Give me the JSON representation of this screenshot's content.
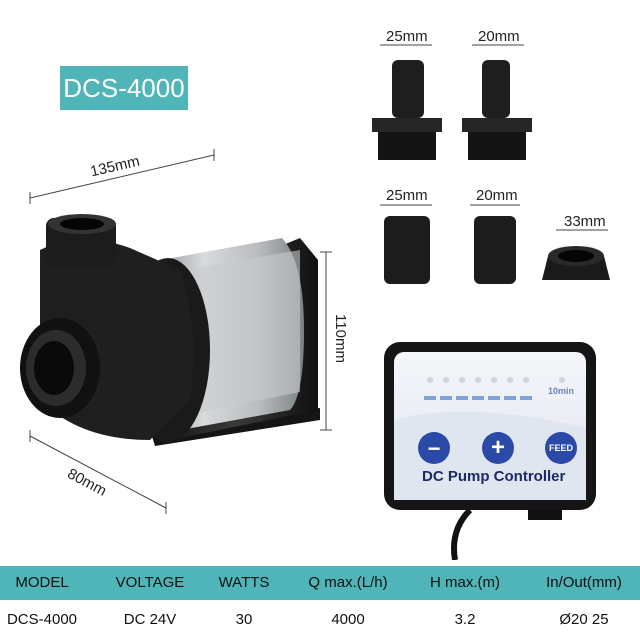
{
  "product": {
    "model_badge": "DCS-4000",
    "dimensions": {
      "length": "135mm",
      "width": "80mm",
      "height": "110mm"
    }
  },
  "fittings": {
    "threaded_left": "25mm",
    "threaded_right": "20mm",
    "sleeve_left": "25mm",
    "sleeve_right": "20mm",
    "nut": "33mm"
  },
  "controller": {
    "label": "DC Pump Controller",
    "timer_label": "10min",
    "minus_symbol": "−",
    "plus_symbol": "+",
    "feed_label": "FEED"
  },
  "spec_table": {
    "headers": [
      "MODEL",
      "VOLTAGE",
      "WATTS",
      "Q max.(L/h)",
      "H max.(m)",
      "In/Out(mm)"
    ],
    "row": [
      "DCS-4000",
      "DC 24V",
      "30",
      "4000",
      "3.2",
      "Ø20 25"
    ]
  },
  "colors": {
    "accent": "#4fb5b8"
  }
}
